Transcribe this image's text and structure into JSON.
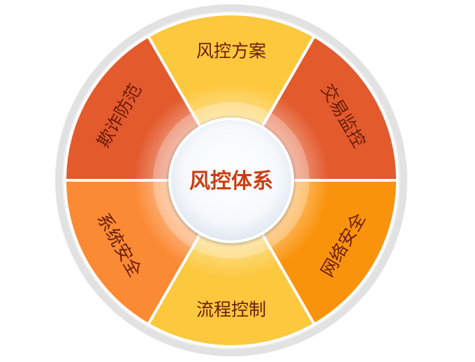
{
  "center": {
    "title": "风控体系"
  },
  "segments": [
    {
      "label": "风控方案",
      "color": "#fcc83e"
    },
    {
      "label": "交易监控",
      "color": "#e35a2d"
    },
    {
      "label": "网络安全",
      "color": "#fa930c"
    },
    {
      "label": "流程控制",
      "color": "#fcc83e"
    },
    {
      "label": "系统安全",
      "color": "#fb8a35"
    },
    {
      "label": "欺诈防范",
      "color": "#e35a2d"
    }
  ],
  "colors": {
    "outer_ring": "#e2e2e2",
    "divider": "#ffffff",
    "label_text": "#6b1d0a",
    "center_text": "#cc3d12"
  }
}
